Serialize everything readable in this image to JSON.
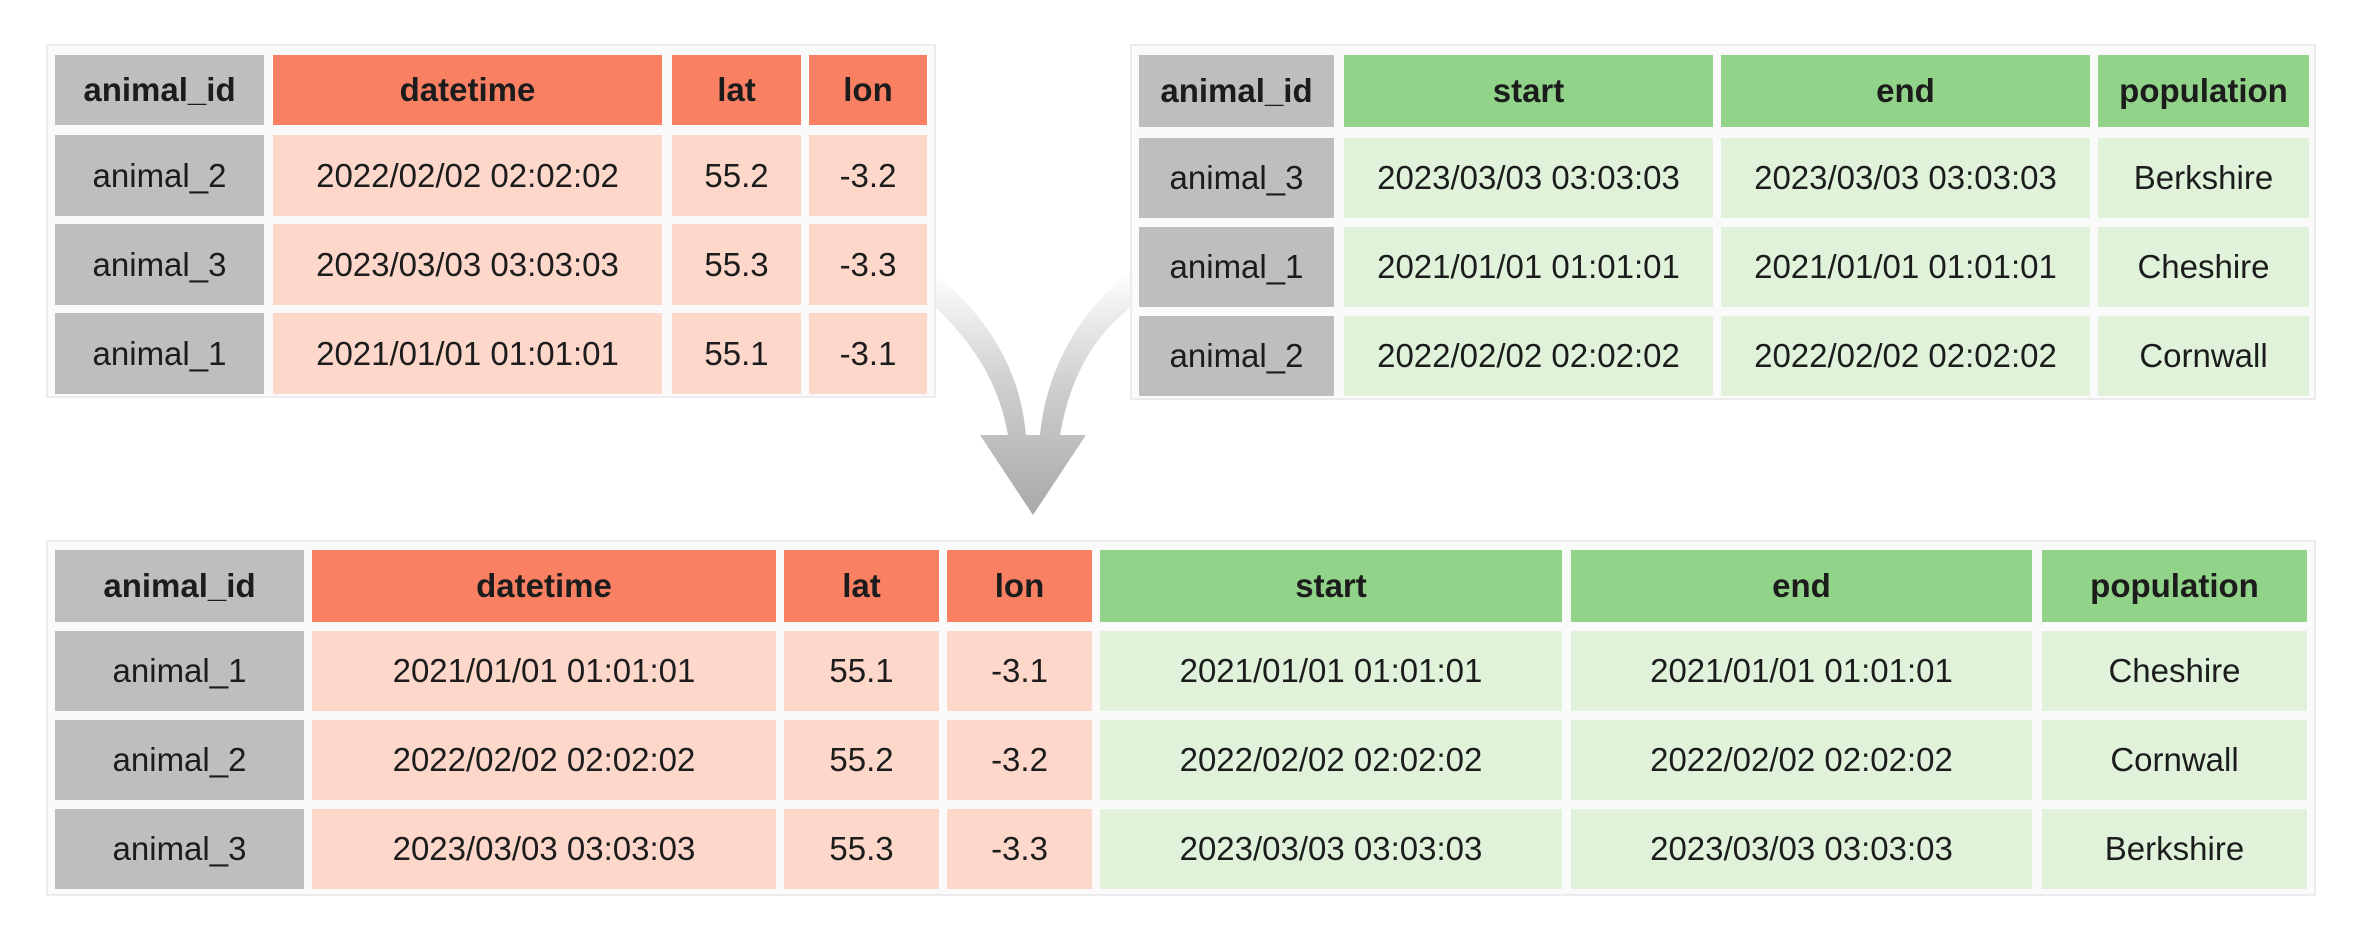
{
  "colors": {
    "key_header": "#bebebe",
    "key_cell": "#bebebe",
    "left_header": "#fa8064",
    "left_cell": "#fdd7ca",
    "right_header": "#92d38a",
    "right_cell": "#e0f3da",
    "arrow": "#a9a9a9"
  },
  "left_table": {
    "headers": [
      "animal_id",
      "datetime",
      "lat",
      "lon"
    ],
    "rows": [
      [
        "animal_2",
        "2022/02/02 02:02:02",
        "55.2",
        "-3.2"
      ],
      [
        "animal_3",
        "2023/03/03 03:03:03",
        "55.3",
        "-3.3"
      ],
      [
        "animal_1",
        "2021/01/01 01:01:01",
        "55.1",
        "-3.1"
      ]
    ]
  },
  "right_table": {
    "headers": [
      "animal_id",
      "start",
      "end",
      "population"
    ],
    "rows": [
      [
        "animal_3",
        "2023/03/03 03:03:03",
        "2023/03/03 03:03:03",
        "Berkshire"
      ],
      [
        "animal_1",
        "2021/01/01 01:01:01",
        "2021/01/01 01:01:01",
        "Cheshire"
      ],
      [
        "animal_2",
        "2022/02/02 02:02:02",
        "2022/02/02 02:02:02",
        "Cornwall"
      ]
    ]
  },
  "merged_table": {
    "headers": [
      "animal_id",
      "datetime",
      "lat",
      "lon",
      "start",
      "end",
      "population"
    ],
    "rows": [
      [
        "animal_1",
        "2021/01/01 01:01:01",
        "55.1",
        "-3.1",
        "2021/01/01 01:01:01",
        "2021/01/01 01:01:01",
        "Cheshire"
      ],
      [
        "animal_2",
        "2022/02/02 02:02:02",
        "55.2",
        "-3.2",
        "2022/02/02 02:02:02",
        "2022/02/02 02:02:02",
        "Cornwall"
      ],
      [
        "animal_3",
        "2023/03/03 03:03:03",
        "55.3",
        "-3.3",
        "2023/03/03 03:03:03",
        "2023/03/03 03:03:03",
        "Berkshire"
      ]
    ]
  }
}
